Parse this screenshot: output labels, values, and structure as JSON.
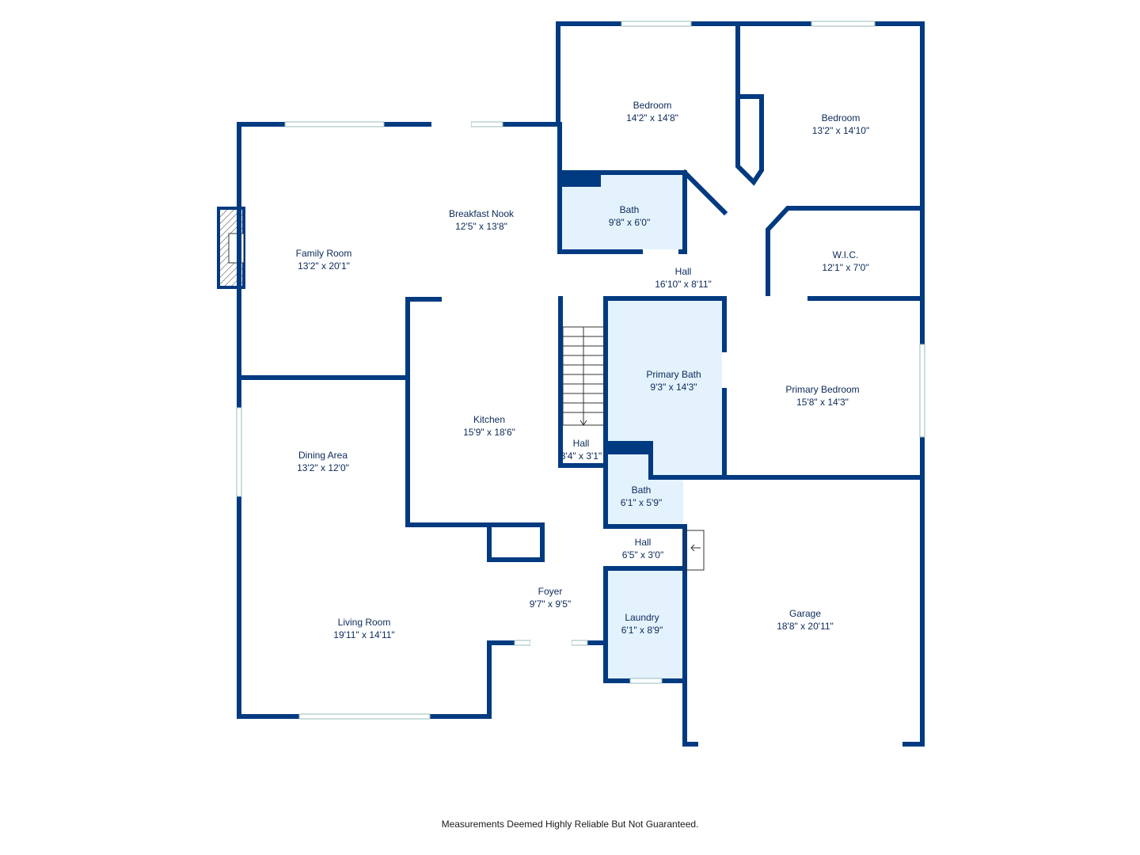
{
  "colors": {
    "wall": "#003a80",
    "wet_room_fill": "#e3f2fd",
    "label": "#0b2a5a",
    "window": "#ffffff"
  },
  "rooms": {
    "bedroom_1": {
      "name": "Bedroom",
      "dims": "14'2\" x 14'8\""
    },
    "bedroom_2": {
      "name": "Bedroom",
      "dims": "13'2\" x 14'10\""
    },
    "bath_1": {
      "name": "Bath",
      "dims": "9'8\" x 6'0\""
    },
    "breakfast_nook": {
      "name": "Breakfast Nook",
      "dims": "12'5\" x 13'8\""
    },
    "family_room": {
      "name": "Family Room",
      "dims": "13'2\" x 20'1\""
    },
    "wic": {
      "name": "W.I.C.",
      "dims": "12'1\" x 7'0\""
    },
    "hall_1": {
      "name": "Hall",
      "dims": "16'10\" x 8'11\""
    },
    "primary_bath": {
      "name": "Primary Bath",
      "dims": "9'3\" x 14'3\""
    },
    "primary_bedroom": {
      "name": "Primary Bedroom",
      "dims": "15'8\" x 14'3\""
    },
    "kitchen": {
      "name": "Kitchen",
      "dims": "15'9\" x 18'6\""
    },
    "hall_2": {
      "name": "Hall",
      "dims": "3'4\" x 3'1\""
    },
    "dining_area": {
      "name": "Dining Area",
      "dims": "13'2\" x 12'0\""
    },
    "bath_2": {
      "name": "Bath",
      "dims": "6'1\" x 5'9\""
    },
    "hall_3": {
      "name": "Hall",
      "dims": "6'5\" x 3'0\""
    },
    "foyer": {
      "name": "Foyer",
      "dims": "9'7\" x 9'5\""
    },
    "laundry": {
      "name": "Laundry",
      "dims": "6'1\" x 8'9\""
    },
    "garage": {
      "name": "Garage",
      "dims": "18'8\" x 20'11\""
    },
    "living_room": {
      "name": "Living Room",
      "dims": "19'11\" x 14'11\""
    }
  },
  "footer": {
    "disclaimer": "Measurements Deemed Highly Reliable But Not Guaranteed."
  }
}
